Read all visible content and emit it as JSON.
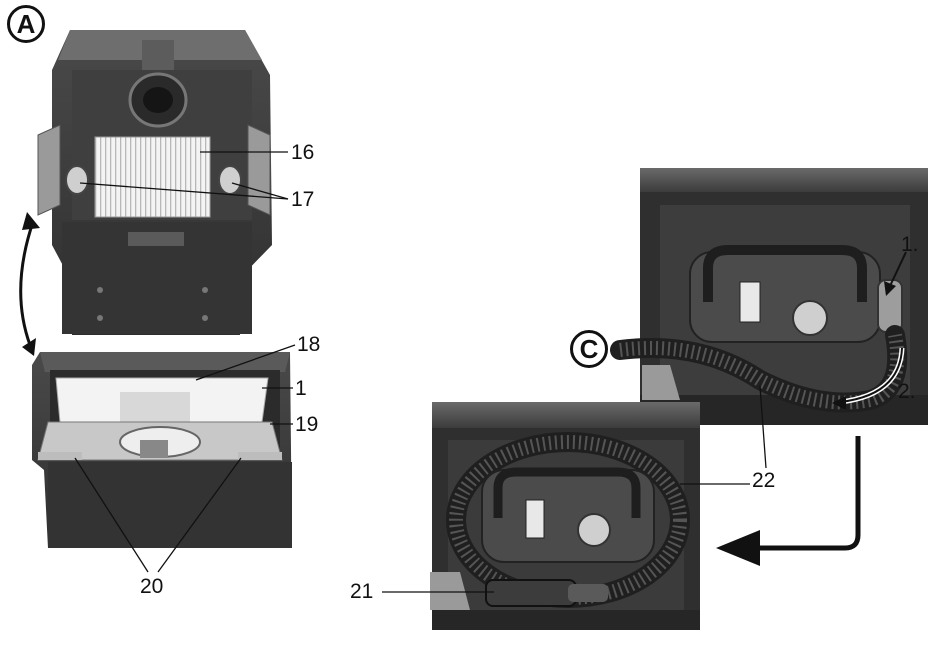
{
  "figure_badges": {
    "a": "A",
    "c": "C"
  },
  "callouts": {
    "n16": "16",
    "n17": "17",
    "n18": "18",
    "n1": "1",
    "n19": "19",
    "n20": "20",
    "n22_top": "22",
    "n22_bottom": "22",
    "n21": "21"
  },
  "steps": {
    "step1": "1.",
    "step2": "2."
  },
  "colors": {
    "device_dark": "#3a3a3a",
    "device_mid": "#5a5a5a",
    "device_light": "#8c8c8c",
    "filter_white": "#f2f2f2",
    "line": "#111111"
  },
  "icons": {
    "rotate": "double-headed-curved-arrow",
    "direction": "right-angle-arrow"
  }
}
